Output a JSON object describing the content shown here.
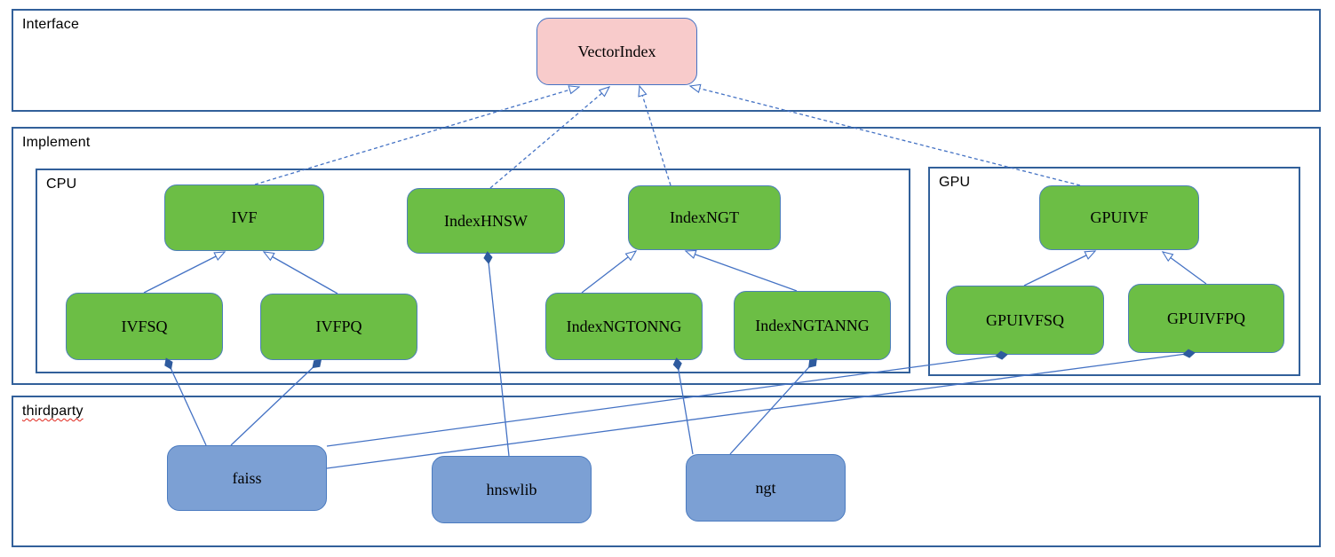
{
  "diagram": {
    "sections": [
      {
        "id": "interface",
        "label": "Interface"
      },
      {
        "id": "implement",
        "label": "Implement"
      },
      {
        "id": "cpu",
        "label": "CPU"
      },
      {
        "id": "gpu",
        "label": "GPU"
      },
      {
        "id": "thirdparty",
        "label": "thirdparty"
      }
    ],
    "nodes": [
      {
        "id": "vectorindex",
        "label": "VectorIndex",
        "kind": "interface",
        "section": "interface"
      },
      {
        "id": "ivf",
        "label": "IVF",
        "kind": "implementation",
        "section": "cpu"
      },
      {
        "id": "indexhnsw",
        "label": "IndexHNSW",
        "kind": "implementation",
        "section": "cpu"
      },
      {
        "id": "indexngt",
        "label": "IndexNGT",
        "kind": "implementation",
        "section": "cpu"
      },
      {
        "id": "ivfsq",
        "label": "IVFSQ",
        "kind": "implementation",
        "section": "cpu"
      },
      {
        "id": "ivfpq",
        "label": "IVFPQ",
        "kind": "implementation",
        "section": "cpu"
      },
      {
        "id": "indexngtonng",
        "label": "IndexNGTONNG",
        "kind": "implementation",
        "section": "cpu"
      },
      {
        "id": "indexngtanng",
        "label": "IndexNGTANNG",
        "kind": "implementation",
        "section": "cpu"
      },
      {
        "id": "gpuivf",
        "label": "GPUIVF",
        "kind": "implementation",
        "section": "gpu"
      },
      {
        "id": "gpuivfsq",
        "label": "GPUIVFSQ",
        "kind": "implementation",
        "section": "gpu"
      },
      {
        "id": "gpuivfpq",
        "label": "GPUIVFPQ",
        "kind": "implementation",
        "section": "gpu"
      },
      {
        "id": "faiss",
        "label": "faiss",
        "kind": "library",
        "section": "thirdparty"
      },
      {
        "id": "hnswlib",
        "label": "hnswlib",
        "kind": "library",
        "section": "thirdparty"
      },
      {
        "id": "ngt",
        "label": "ngt",
        "kind": "library",
        "section": "thirdparty"
      }
    ],
    "edges": [
      {
        "from": "ivf",
        "to": "vectorindex",
        "type": "realization"
      },
      {
        "from": "indexhnsw",
        "to": "vectorindex",
        "type": "realization"
      },
      {
        "from": "indexngt",
        "to": "vectorindex",
        "type": "realization"
      },
      {
        "from": "gpuivf",
        "to": "vectorindex",
        "type": "realization"
      },
      {
        "from": "ivfsq",
        "to": "ivf",
        "type": "generalization"
      },
      {
        "from": "ivfpq",
        "to": "ivf",
        "type": "generalization"
      },
      {
        "from": "indexngtonng",
        "to": "indexngt",
        "type": "generalization"
      },
      {
        "from": "indexngtanng",
        "to": "indexngt",
        "type": "generalization"
      },
      {
        "from": "gpuivfsq",
        "to": "gpuivf",
        "type": "generalization"
      },
      {
        "from": "gpuivfpq",
        "to": "gpuivf",
        "type": "generalization"
      },
      {
        "from": "faiss",
        "to": "ivfsq",
        "type": "composition"
      },
      {
        "from": "faiss",
        "to": "ivfpq",
        "type": "composition"
      },
      {
        "from": "hnswlib",
        "to": "indexhnsw",
        "type": "composition"
      },
      {
        "from": "ngt",
        "to": "indexngtonng",
        "type": "composition"
      },
      {
        "from": "ngt",
        "to": "indexngtanng",
        "type": "composition"
      },
      {
        "from": "faiss",
        "to": "gpuivfsq",
        "type": "composition"
      },
      {
        "from": "faiss",
        "to": "gpuivfpq",
        "type": "composition"
      }
    ],
    "colors": {
      "interface_fill": "#F8CBCB",
      "implementation_fill": "#6CBE45",
      "library_fill": "#7CA0D4",
      "section_border": "#32609A",
      "node_border": "#4D7FBA",
      "connector": "#4472C4",
      "diamond_fill": "#2E5B9E",
      "spellcheck_underline": "#E0281E"
    }
  }
}
